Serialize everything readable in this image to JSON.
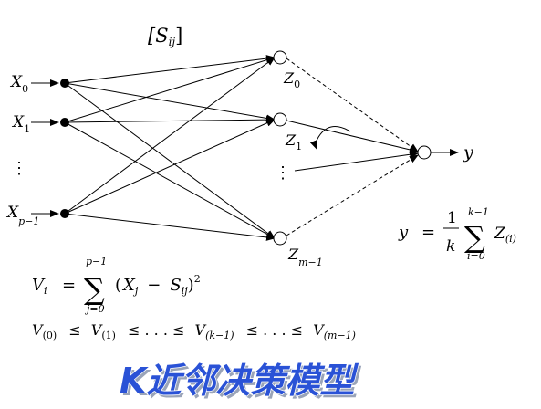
{
  "weight_matrix_label": "[S",
  "weight_matrix_sub": "ij",
  "weight_matrix_close": "]",
  "inputs": [
    {
      "base": "X",
      "sub": "0"
    },
    {
      "base": "X",
      "sub": "1"
    },
    {
      "base": "X",
      "sub": "p−1"
    }
  ],
  "input_ellipsis": "⋮",
  "hidden": [
    {
      "base": "Z",
      "sub": "0"
    },
    {
      "base": "Z",
      "sub": "1"
    },
    {
      "base": "Z",
      "sub": "m−1"
    }
  ],
  "hidden_ellipsis": "⋮",
  "output_label": "y",
  "output_formula": {
    "lhs": "y",
    "eq": "=",
    "numerator": "1",
    "denominator": "k",
    "sum_top": "k−1",
    "sum_bottom": "i=0",
    "sigma": "∑",
    "term": "Z",
    "term_sub": "(i)"
  },
  "distance_formula": {
    "lhs": "V",
    "lhs_sub": "i",
    "eq": "=",
    "sigma": "∑",
    "sum_top": "p−1",
    "sum_bottom": "j=0",
    "open": "(",
    "x": "X",
    "x_sub": "j",
    "minus": "−",
    "s": "S",
    "s_sub": "ij",
    "close": ")",
    "power": "2"
  },
  "order_formula": "V(0) ≤ V(1) ≤ . . . ≤ V(k−1) ≤ . . . ≤ V(m−1)",
  "order_parts": [
    {
      "base": "V",
      "sub": "(0)"
    },
    {
      "op": "≤"
    },
    {
      "base": "V",
      "sub": "(1)"
    },
    {
      "op": "≤ . . . ≤"
    },
    {
      "base": "V",
      "sub": "(k−1)"
    },
    {
      "op": "≤ . . . ≤"
    },
    {
      "base": "V",
      "sub": "(m−1)"
    }
  ],
  "title": "K近邻决策模型",
  "colors": {
    "title_fill": "#2a52d6",
    "title_shadow": "#9aa4b8",
    "line": "#000000"
  }
}
